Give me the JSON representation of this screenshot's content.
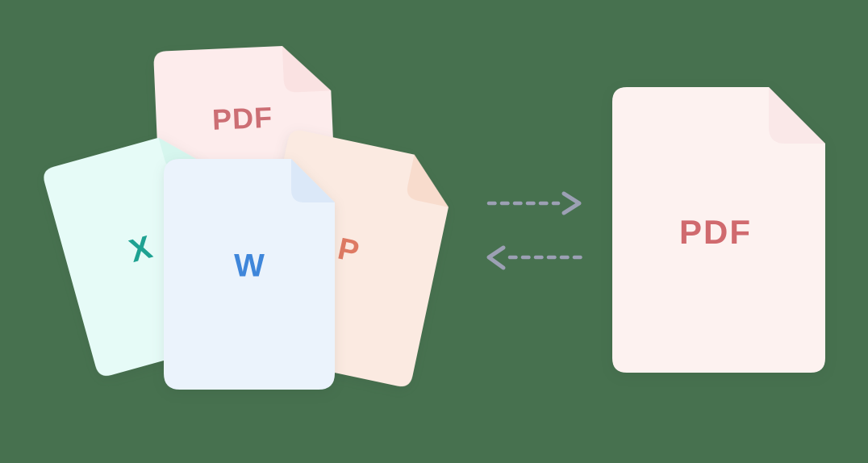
{
  "illustration": {
    "background_color": "#47714F",
    "source_cards": [
      {
        "id": "pdf",
        "label": "PDF",
        "body_color": "#FDECEC",
        "fold_color": "#FAE2E2",
        "label_color": "#CC6E74"
      },
      {
        "id": "excel",
        "label": "X",
        "body_color": "#E6FBF7",
        "fold_color": "#D6F6EE",
        "label_color": "#1EA292"
      },
      {
        "id": "powerpoint",
        "label": "P",
        "body_color": "#FBEAE1",
        "fold_color": "#F8DCCD",
        "label_color": "#DE7A63"
      },
      {
        "id": "word",
        "label": "W",
        "body_color": "#EBF3FC",
        "fold_color": "#DBE8F8",
        "label_color": "#3F86DA"
      }
    ],
    "result_card": {
      "id": "pdf-result",
      "label": "PDF",
      "body_color": "#FDF2F0",
      "fold_color": "#FAE8E8",
      "label_color": "#D06A6E"
    },
    "arrows": {
      "color": "#9CA0B4",
      "top_direction": "right",
      "bottom_direction": "left"
    }
  }
}
